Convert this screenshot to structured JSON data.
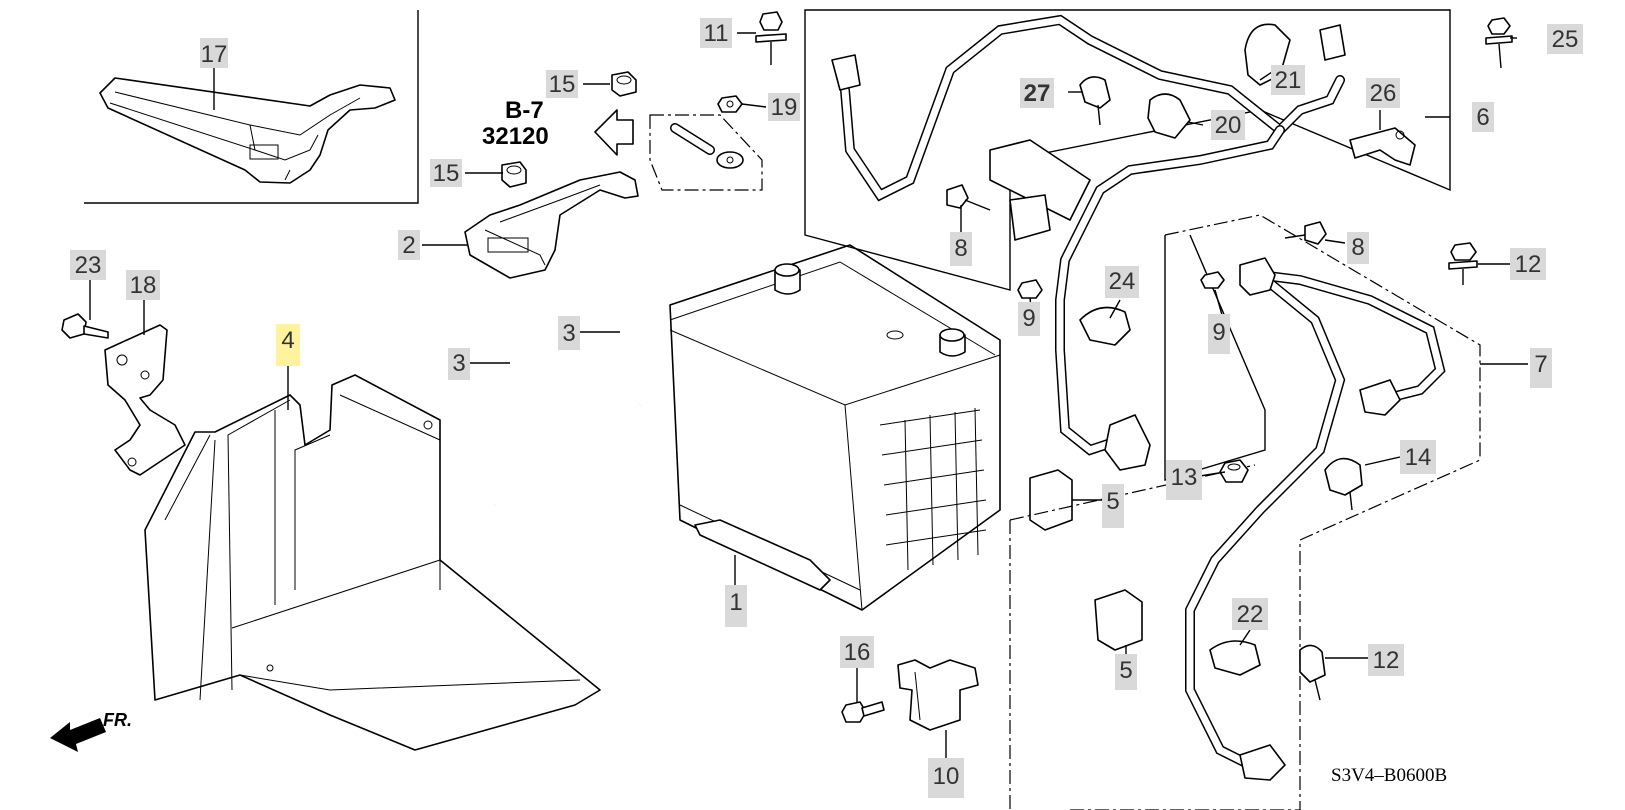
{
  "ref_box": {
    "sheet": "B-7",
    "number": "32120"
  },
  "direction_label": "FR.",
  "diagram_code": "S3V4–B0600B",
  "highlighted_part": "4",
  "callouts": [
    {
      "id": "c17",
      "text": "17"
    },
    {
      "id": "c15a",
      "text": "15"
    },
    {
      "id": "c15b",
      "text": "15"
    },
    {
      "id": "c19",
      "text": "19"
    },
    {
      "id": "c11",
      "text": "11"
    },
    {
      "id": "c27",
      "text": "27"
    },
    {
      "id": "c21",
      "text": "21"
    },
    {
      "id": "c20",
      "text": "20"
    },
    {
      "id": "c26",
      "text": "26"
    },
    {
      "id": "c25",
      "text": "25"
    },
    {
      "id": "c6",
      "text": "6"
    },
    {
      "id": "c2",
      "text": "2"
    },
    {
      "id": "c8a",
      "text": "8"
    },
    {
      "id": "c8b",
      "text": "8"
    },
    {
      "id": "c23",
      "text": "23"
    },
    {
      "id": "c18",
      "text": "18"
    },
    {
      "id": "c4",
      "text": "4"
    },
    {
      "id": "c3a",
      "text": "3"
    },
    {
      "id": "c3b",
      "text": "3"
    },
    {
      "id": "c24",
      "text": "24"
    },
    {
      "id": "c9a",
      "text": "9"
    },
    {
      "id": "c9b",
      "text": "9"
    },
    {
      "id": "c12a",
      "text": "12"
    },
    {
      "id": "c7",
      "text": "7"
    },
    {
      "id": "c13",
      "text": "13"
    },
    {
      "id": "c14",
      "text": "14"
    },
    {
      "id": "c5a",
      "text": "5"
    },
    {
      "id": "c5b",
      "text": "5"
    },
    {
      "id": "c1",
      "text": "1"
    },
    {
      "id": "c16",
      "text": "16"
    },
    {
      "id": "c22",
      "text": "22"
    },
    {
      "id": "c12b",
      "text": "12"
    },
    {
      "id": "c10",
      "text": "10"
    }
  ]
}
